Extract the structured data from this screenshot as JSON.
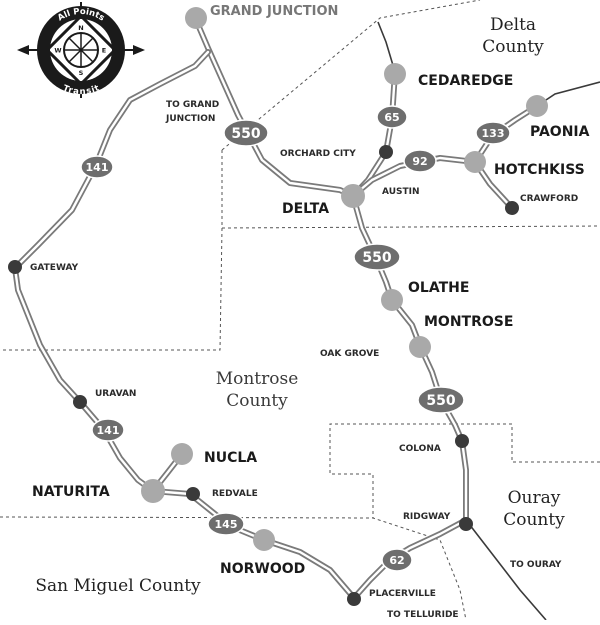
{
  "logo": {
    "top_text": "All Points",
    "bottom_text": "Transit",
    "compass_letters": [
      "N",
      "E",
      "S",
      "W"
    ]
  },
  "counties": {
    "delta_line1": "Delta",
    "delta_line2": "County",
    "montrose_line1": "Montrose",
    "montrose_line2": "County",
    "ouray_line1": "Ouray",
    "ouray_line2": "County",
    "san_miguel": "San Miguel County"
  },
  "towns": {
    "grand_junction": "GRAND JUNCTION",
    "to_grand_junction_1": "TO GRAND",
    "to_grand_junction_2": "JUNCTION",
    "cedaredge": "CEDAREDGE",
    "paonia": "PAONIA",
    "orchard_city": "ORCHARD CITY",
    "hotchkiss": "HOTCHKISS",
    "austin": "AUSTIN",
    "crawford": "CRAWFORD",
    "delta": "DELTA",
    "gateway": "GATEWAY",
    "olathe": "OLATHE",
    "montrose": "MONTROSE",
    "oak_grove": "OAK GROVE",
    "uravan": "URAVAN",
    "colona": "COLONA",
    "nucla": "NUCLA",
    "naturita": "NATURITA",
    "redvale": "REDVALE",
    "ridgway": "RIDGWAY",
    "norwood": "NORWOOD",
    "to_ouray": "TO OURAY",
    "placerville": "PLACERVILLE",
    "to_telluride": "TO TELLURIDE"
  },
  "routes": {
    "r550_north": "550",
    "r550_mid": "550",
    "r550_south": "550",
    "r141_north": "141",
    "r141_south": "141",
    "r65": "65",
    "r92": "92",
    "r133": "133",
    "r145": "145",
    "r62": "62"
  },
  "colors": {
    "shield": "#6e6e6e",
    "major_stop": "#a9a9a9",
    "minor_stop": "#3a3a3a",
    "road_casing": "#7a7a7a"
  }
}
